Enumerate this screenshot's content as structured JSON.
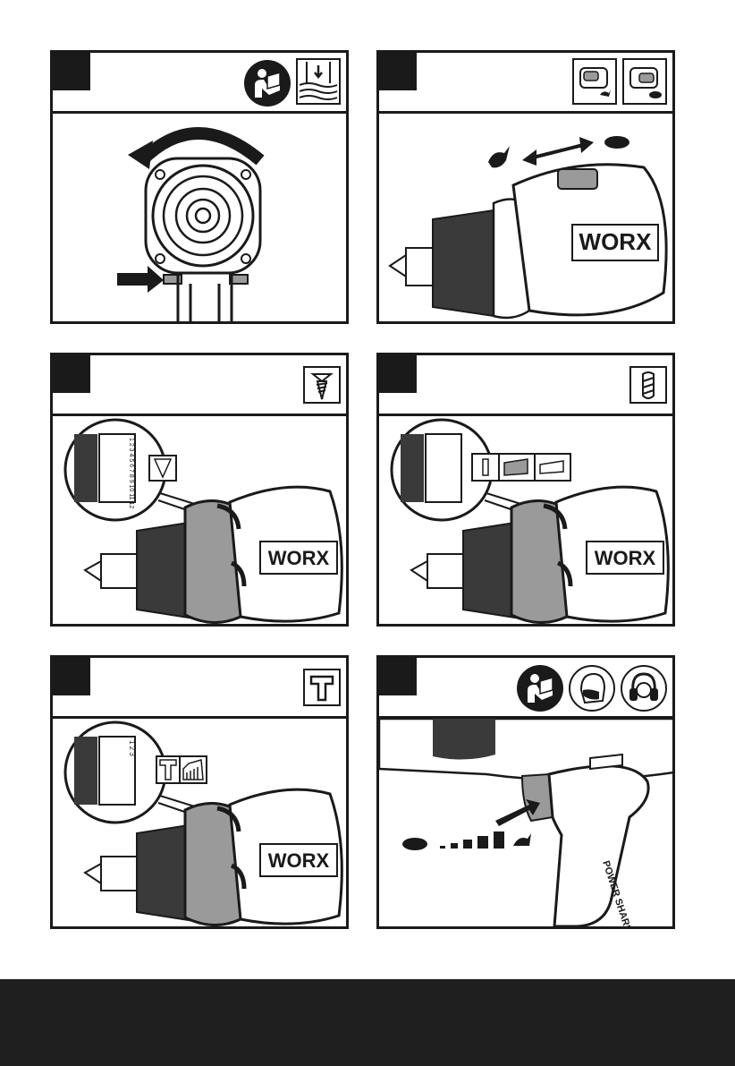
{
  "panels": [
    {
      "id": 1,
      "icons": [
        "read-manual-icon",
        "depth-stop-icon"
      ]
    },
    {
      "id": 2,
      "icons": [
        "speed-switch-high-icon",
        "speed-switch-low-icon"
      ]
    },
    {
      "id": 3,
      "icons": [
        "screw-icon"
      ]
    },
    {
      "id": 4,
      "icons": [
        "drill-bit-icon"
      ]
    },
    {
      "id": 5,
      "icons": [
        "hammer-icon"
      ]
    },
    {
      "id": 6,
      "icons": [
        "read-manual-icon",
        "dust-mask-icon",
        "ear-protection-icon"
      ]
    }
  ],
  "labels": {
    "brand": "WORX",
    "brand_side": "POWER SHARE",
    "clutch_marks": "1 2 3 4 5 6 7 8 9 10 11 12",
    "hammer_marks": "1 2 3"
  },
  "colors": {
    "ink": "#1a1a1a",
    "gray_ring": "#9a9a9a",
    "footer": "#1f1f1f"
  }
}
